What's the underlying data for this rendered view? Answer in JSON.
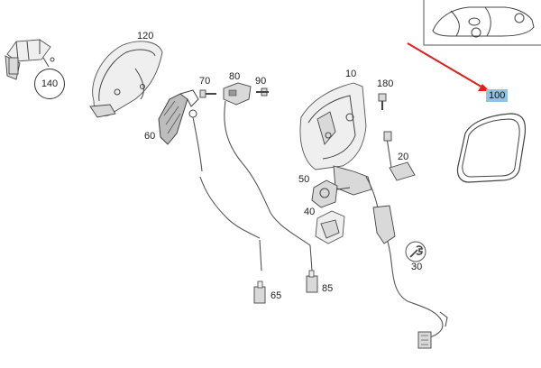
{
  "parts": {
    "p10": "10",
    "p20": "20",
    "p30": "30",
    "p40": "40",
    "p50": "50",
    "p60": "60",
    "p65": "65",
    "p70": "70",
    "p80": "80",
    "p85": "85",
    "p90": "90",
    "p100": "100",
    "p120": "120",
    "p140": "140",
    "p180": "180"
  },
  "colors": {
    "highlight_label": "#8fc3e0",
    "pointer_arrow": "#e02020"
  },
  "icons": {
    "tool": "wrench-icon",
    "vehicle": "car-outline-icon"
  }
}
